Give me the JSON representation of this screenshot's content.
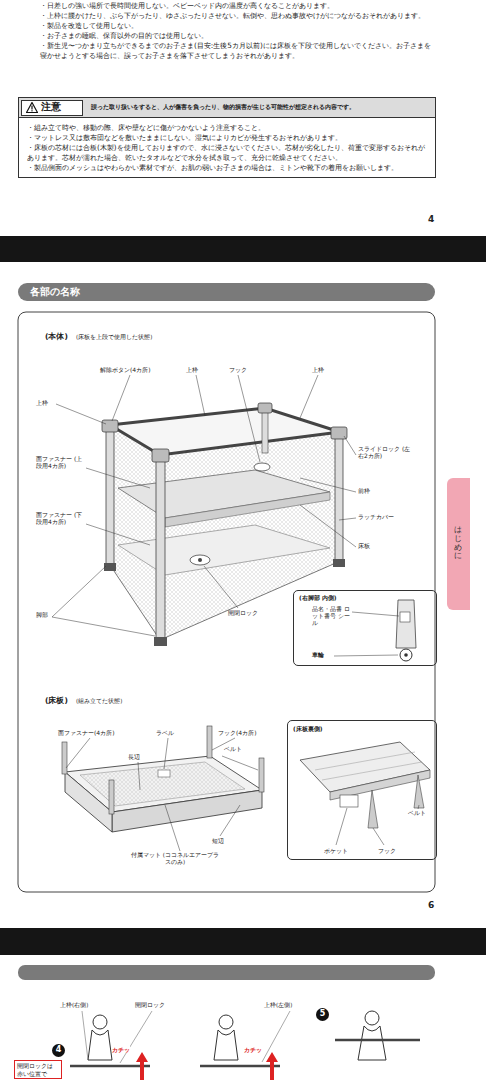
{
  "diagram": {
    "nodes": [
      {
        "text": [
          "注意",
          "誤った取り扱いをすると、人が傷害を負ったり、物的損害が生じる可能性が想定される内容です。",
          "・組み立て時や、移動の際、床や壁などに傷がつかないよう注意すること。",
          "・マットレス又は敷布団などを敷いたままにしない。湿気によりカビが発生するおそれがあります。",
          "・床板の芯材には合板(木製)を使用しておりますので、水に浸さないでください。芯材が劣化したり、荷重で変形するおそれがあります。芯材が濡れた場合、乾いたタオルなどで水分を拭き取って、充分に乾燥させてください。",
          "・製品側面のメッシュはやわらかい素材ですが、お肌の弱いお子さまの場合は、ミトンや靴下の着用をお願いします。"
        ]
      },
      {
        "text": [
          "各部の名称"
        ]
      },
      {
        "text": [
          "はじめに"
        ]
      },
      {
        "text": [
          "(右脚部 内側)",
          "品名・品番 ロット番号 シール",
          "車輪"
        ]
      },
      {
        "text": [
          "(床板裏側)",
          "ベルト",
          "ポケット",
          "フック"
        ]
      },
      {
        "text": [
          "5"
        ]
      },
      {
        "text": [
          "4"
        ]
      },
      {
        "text": [
          "開閉ロックは 赤い位置で"
        ]
      }
    ],
    "labels": [
      "・日差しの強い場所で長時間使用しない。ベビーベッド内の温度が高くなることがあります。",
      "・上枠に腰かけたり、ぶら下がったり、ゆさぶったりさせない。転倒や、思わぬ事故やけがにつながるおそれがあります。",
      "・製品を改造して使用しない。",
      "・お子さまの睡眠、保育以外の目的では使用しない。",
      "・新生児〜つかまり立ちができるまでのお子さま(目安:生後5カ月以前)には床板を下段で使用しないでください。お子さまを寝かせようとする場合に、誤ってお子さまを落下させてしまうおそれがあります。",
      "4",
      "(本体)",
      "(床板を上段で使用した状態)",
      "解除ボタン(4カ所)",
      "上枠",
      "フック",
      "上枠",
      "上枠",
      "スライドロック (左右2カ所)",
      "面ファスナー (上段用4カ所)",
      "前枠",
      "ラッチカバー",
      "面ファスナー (下段用4カ所)",
      "床板",
      "開閉ロック",
      "脚部",
      "(床板)",
      "(組み立てた状態)",
      "面ファスナー(4カ所)",
      "ラベル",
      "フック(4カ所)",
      "ベルト",
      "長辺",
      "短辺",
      "付属マット (ココネルエアープラスのみ)",
      "6",
      "上枠(右側)",
      "開閉ロック",
      "上枠(左側)",
      "カチッ",
      "カチッ"
    ]
  }
}
